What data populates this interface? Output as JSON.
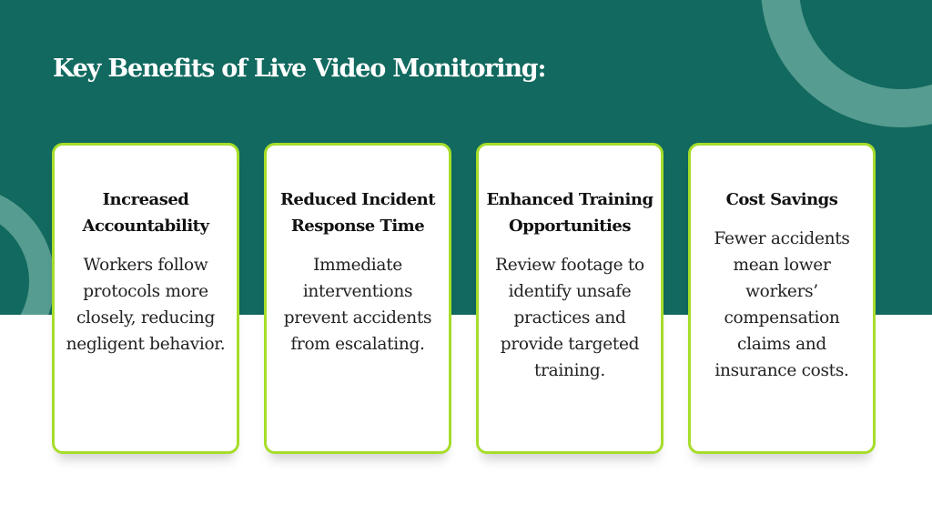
{
  "slide": {
    "title": "Key Benefits of Live Video Monitoring:",
    "colors": {
      "band": "#11695f",
      "ring": "#579c90",
      "card_border": "#a6dd2a"
    }
  },
  "cards": [
    {
      "title": "Increased Accountability",
      "text": "Workers follow protocols more closely, reducing negligent behavior."
    },
    {
      "title": "Reduced Incident Response Time",
      "text": "Immediate interventions prevent accidents from escalating."
    },
    {
      "title": "Enhanced Training Opportunities",
      "text": "Review footage to identify unsafe practices and provide targeted training."
    },
    {
      "title": "Cost Savings",
      "text": "Fewer accidents mean lower workers’ compensation claims and insurance costs."
    }
  ]
}
